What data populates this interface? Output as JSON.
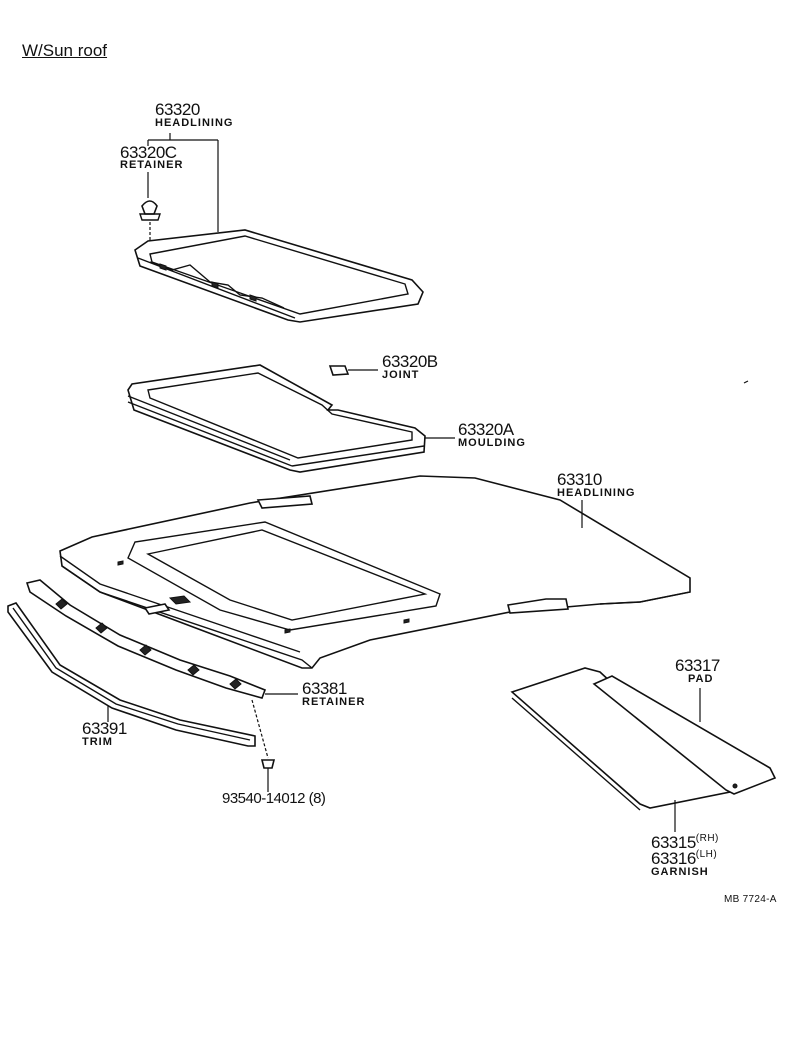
{
  "title": "W/Sun roof",
  "drawing_code": "MB 7724-A",
  "parts": {
    "headlining_upper": {
      "number": "63320",
      "name": "HEADLINING"
    },
    "retainer_c": {
      "number": "63320C",
      "name": "RETAINER"
    },
    "joint": {
      "number": "63320B",
      "name": "JOINT"
    },
    "moulding": {
      "number": "63320A",
      "name": "MOULDING"
    },
    "headlining_main": {
      "number": "63310",
      "name": "HEADLINING"
    },
    "pad": {
      "number": "63317",
      "name": "PAD"
    },
    "retainer": {
      "number": "63381",
      "name": "RETAINER"
    },
    "trim": {
      "number": "63391",
      "name": "TRIM"
    },
    "clip": {
      "number": "93540-14012 (8)"
    },
    "garnish": {
      "number_rh": "63315",
      "side_rh": "(RH)",
      "number_lh": "63316",
      "side_lh": "(LH)",
      "name": "GARNISH"
    }
  }
}
